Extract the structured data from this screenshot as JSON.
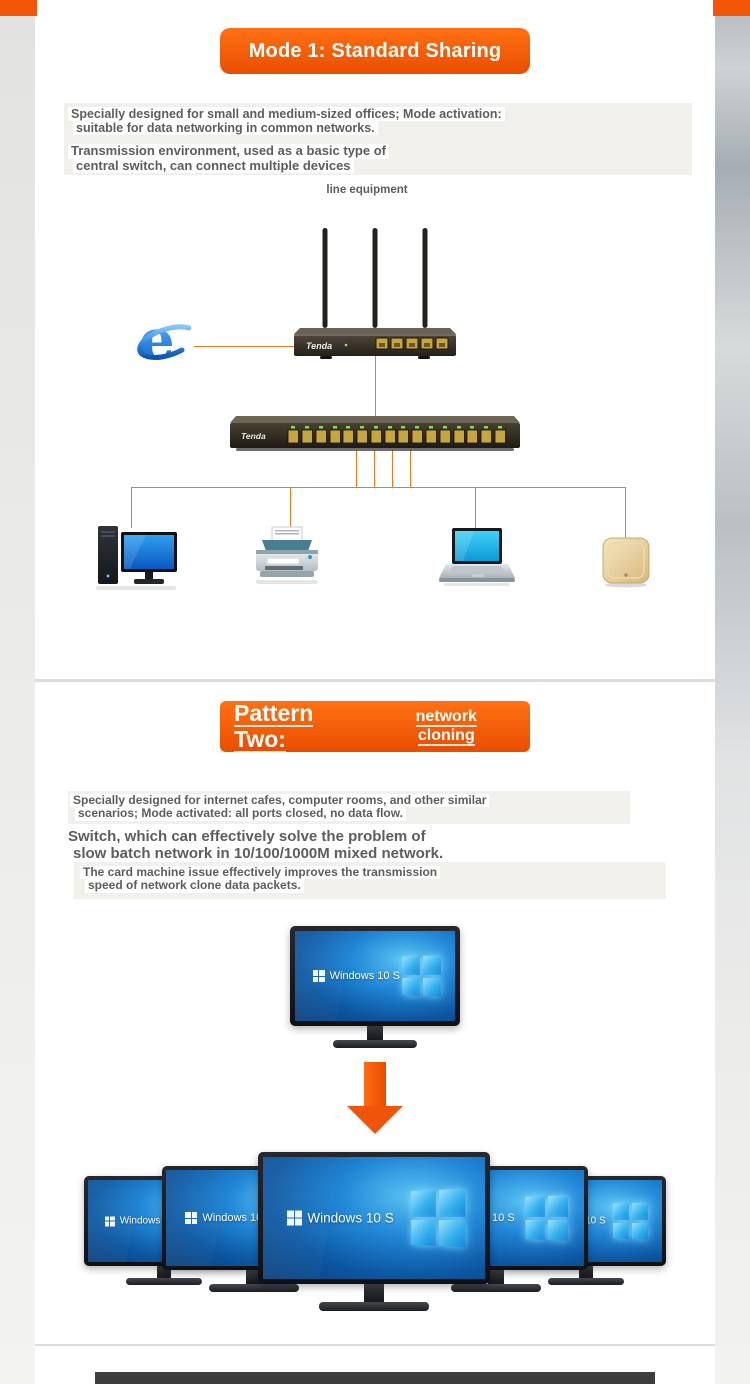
{
  "colors": {
    "accent_orange": "#f25505",
    "connection_line": "#f07820",
    "body_text": "#5d5d5d",
    "screen_blue": "#1e85d6"
  },
  "mode1": {
    "banner": "Mode 1: Standard Sharing",
    "p1l1": "Specially designed for small and medium-sized offices; Mode activation:",
    "p1l2": "suitable for data networking in common networks.",
    "p2l1": "Transmission environment, used as a basic type of",
    "p2l2": "central switch, can connect multiple devices",
    "diagram_label": "line equipment",
    "router_brand": "Tenda",
    "switch_brand": "Tenda",
    "ie_glyph": "e"
  },
  "mode2": {
    "banner_left_l1": "Pattern",
    "banner_left_l2": "Two:",
    "banner_right_l1": "network",
    "banner_right_l2": "cloning",
    "p1l1": "Specially designed for internet cafes, computer rooms, and other similar",
    "p1l2": "scenarios; Mode activated: all ports closed, no data flow.",
    "p2l1": "Switch, which can effectively solve the problem of",
    "p2l2": "slow batch network in 10/100/1000M mixed network.",
    "p3l1": "The card machine issue effectively improves the transmission",
    "p3l2": "speed of network clone data packets.",
    "screen_label": "Windows 10 S"
  }
}
